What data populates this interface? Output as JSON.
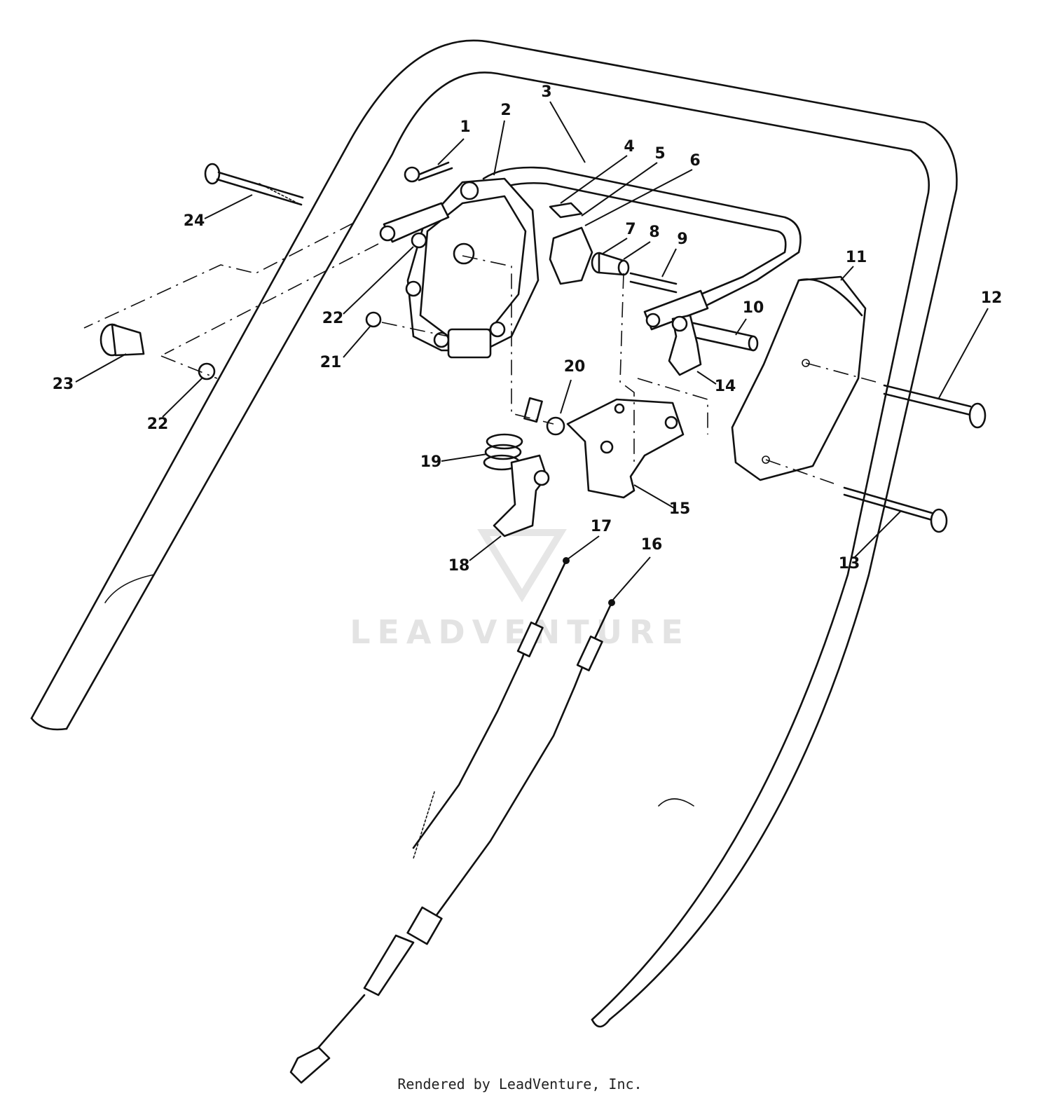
{
  "watermark": "LEADVENTURE",
  "footer": "Rendered by LeadVenture, Inc.",
  "callouts": [
    "1",
    "2",
    "3",
    "4",
    "5",
    "6",
    "7",
    "8",
    "9",
    "10",
    "11",
    "12",
    "13",
    "14",
    "15",
    "16",
    "17",
    "18",
    "19",
    "20",
    "21",
    "22",
    "22",
    "23",
    "24"
  ]
}
